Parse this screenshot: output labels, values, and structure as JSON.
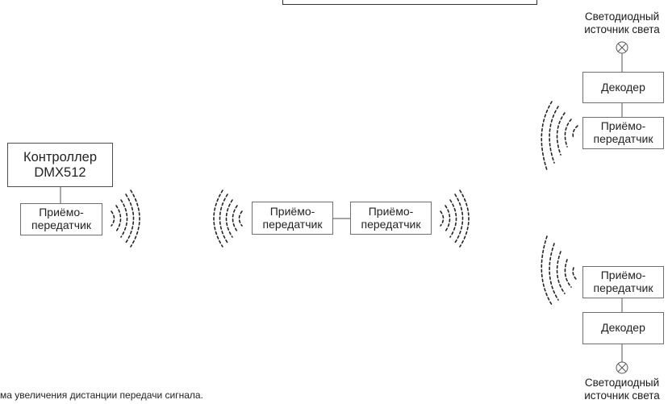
{
  "controller": {
    "label": "Контроллер\nDMX512"
  },
  "transceiver_label": "Приёмо-\nпередатчик",
  "decoder_label": "Декодер",
  "lamp_label": "Светодиодный\nисточник света",
  "caption": "ма увеличения дистанции передачи сигнала.",
  "colors": {
    "line": "#6f6f6f",
    "waves": "#222222",
    "text": "#222222"
  },
  "icons": {
    "lamp": "crossed-circle-lamp-icon",
    "wave_right": "signal-waves-right-icon",
    "wave_left": "signal-waves-left-icon"
  }
}
